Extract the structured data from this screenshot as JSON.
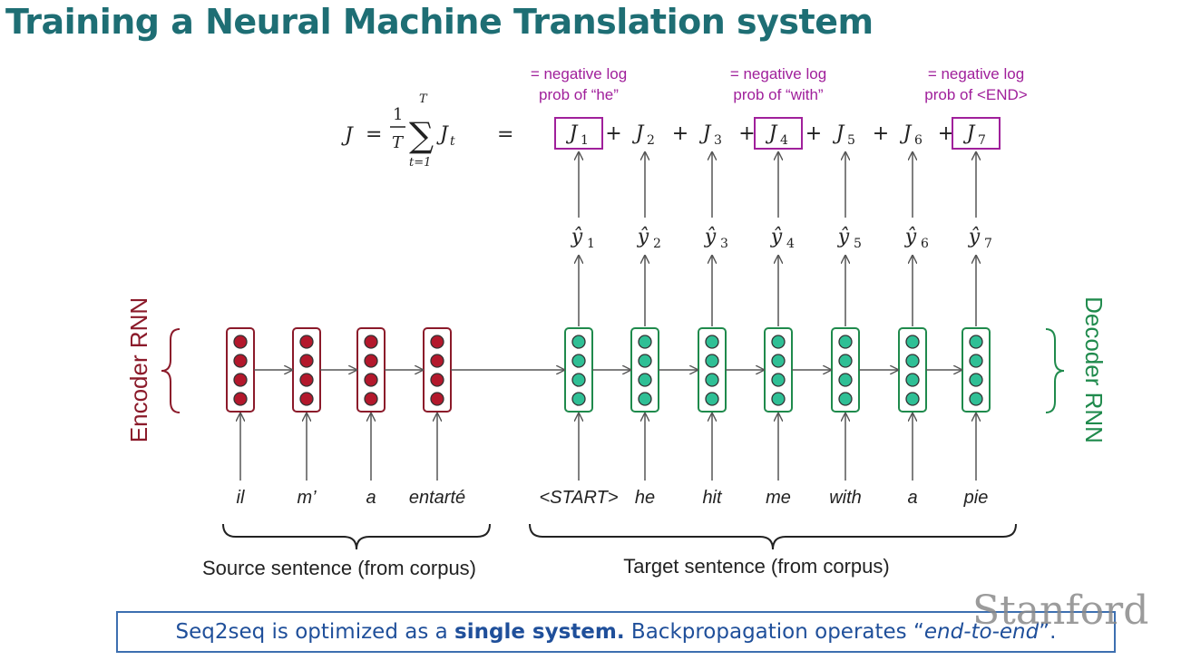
{
  "title": "Training a Neural Machine Translation system",
  "equation": {
    "lhs": "J",
    "equals": "=",
    "frac_num": "1",
    "frac_den": "T",
    "sum": "∑",
    "sum_upper": "T",
    "sum_lower": "t=1",
    "summand": "J",
    "summand_sub": "t"
  },
  "loss_terms": [
    {
      "label": "J",
      "sub": "1",
      "boxed": true
    },
    {
      "label": "J",
      "sub": "2",
      "boxed": false
    },
    {
      "label": "J",
      "sub": "3",
      "boxed": false
    },
    {
      "label": "J",
      "sub": "4",
      "boxed": true
    },
    {
      "label": "J",
      "sub": "5",
      "boxed": false
    },
    {
      "label": "J",
      "sub": "6",
      "boxed": false
    },
    {
      "label": "J",
      "sub": "7",
      "boxed": true
    }
  ],
  "plus": "+",
  "annotations": [
    {
      "line1": "= negative log",
      "line2": "prob of “he”"
    },
    {
      "line1": "= negative log",
      "line2": "prob of “with”"
    },
    {
      "line1": "= negative log",
      "line2": "prob of <END>"
    }
  ],
  "predictions": [
    {
      "label": "ŷ",
      "sub": "1"
    },
    {
      "label": "ŷ",
      "sub": "2"
    },
    {
      "label": "ŷ",
      "sub": "3"
    },
    {
      "label": "ŷ",
      "sub": "4"
    },
    {
      "label": "ŷ",
      "sub": "5"
    },
    {
      "label": "ŷ",
      "sub": "6"
    },
    {
      "label": "ŷ",
      "sub": "7"
    }
  ],
  "source_words": [
    "il",
    "m’",
    "a",
    "entarté"
  ],
  "target_words": [
    "<START>",
    "he",
    "hit",
    "me",
    "with",
    "a",
    "pie"
  ],
  "encoder_label": "Encoder RNN",
  "decoder_label": "Decoder RNN",
  "source_caption": "Source sentence (from corpus)",
  "target_caption": "Target sentence (from corpus)",
  "bottom": {
    "part1": "Seq2seq is optimized as a ",
    "part2": "single system.",
    "part3": " Backpropagation operates “",
    "part4": "end-to-end",
    "part5": "”."
  },
  "logo": "Stanford",
  "colors": {
    "title": "#1e6e74",
    "encoder": "#8b1a2a",
    "encoder_dot": "#b3182c",
    "decoder": "#1f8a4c",
    "decoder_dot": "#2fbf95",
    "annotation": "#a0209b",
    "bottom_text": "#1f4f9a"
  }
}
